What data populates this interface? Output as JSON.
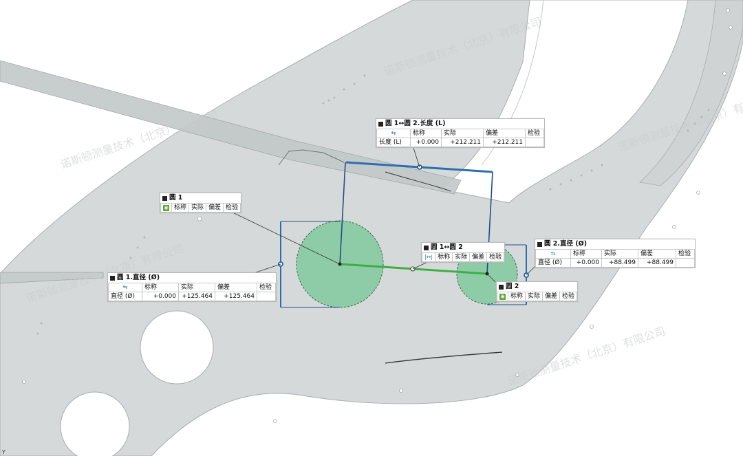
{
  "viewport": {
    "axis_label": "Y",
    "colors": {
      "part": "#d5d8d8",
      "part_edge": "#a3a8a8",
      "measure_blue": "#2a6fb0",
      "circle_fill": "#6fbf8f",
      "green_line": "#3cb043",
      "hole": "#ffffff"
    }
  },
  "callouts": {
    "length": {
      "title": "圆 1↔圆 2.长度 (L)",
      "icon": "dimension-icon",
      "headers": [
        "标称",
        "实际",
        "偏差",
        "检验"
      ],
      "row": {
        "label": "长度 (L)",
        "nominal": "+0.000",
        "actual": "+212.211",
        "deviation": "+212.211",
        "check": ""
      }
    },
    "circle1": {
      "title": "圆 1",
      "icon": "circle-feature-icon",
      "headers": [
        "标称",
        "实际",
        "偏差",
        "检验"
      ]
    },
    "circle1_diameter": {
      "title": "圆 1.直径 (Ø)",
      "icon": "dimension-icon",
      "headers": [
        "标称",
        "实际",
        "偏差",
        "检验"
      ],
      "row": {
        "label": "直径 (Ø)",
        "nominal": "+0.000",
        "actual": "+125.464",
        "deviation": "+125.464",
        "check": ""
      }
    },
    "distance12": {
      "title": "圆 1↔圆 2",
      "icon": "distance-icon",
      "headers": [
        "标称",
        "实际",
        "偏差",
        "检验"
      ]
    },
    "circle2_diameter": {
      "title": "圆 2.直径 (Ø)",
      "icon": "dimension-icon",
      "headers": [
        "标称",
        "实际",
        "偏差",
        "检验"
      ],
      "row": {
        "label": "直径 (Ø)",
        "nominal": "+0.000",
        "actual": "+88.499",
        "deviation": "+88.499",
        "check": ""
      }
    },
    "circle2": {
      "title": "圆 2",
      "icon": "circle-feature-icon",
      "headers": [
        "标称",
        "实际",
        "偏差",
        "检验"
      ]
    }
  }
}
